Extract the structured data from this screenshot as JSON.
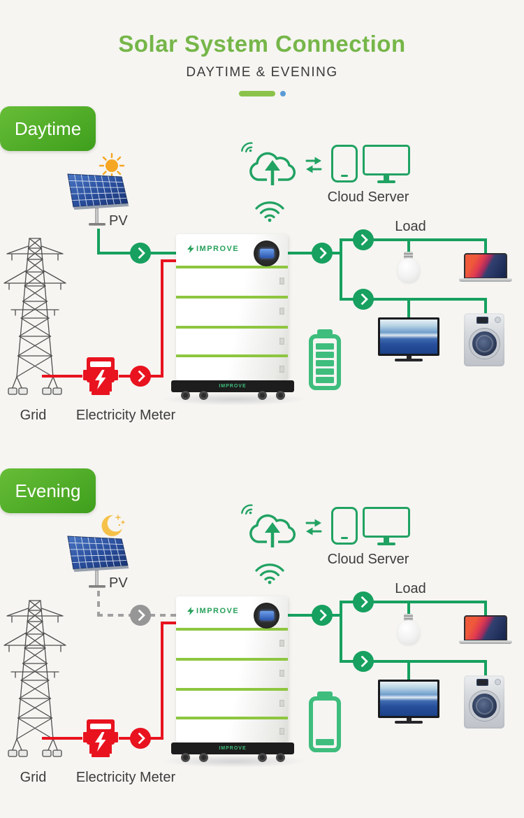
{
  "header": {
    "title": "Solar System Connection",
    "subtitle": "DAYTIME & EVENING"
  },
  "sections": [
    {
      "label": "Daytime",
      "sky": "sun",
      "pv_label": "PV",
      "cloud_server_label": "Cloud Server",
      "load_label": "Load",
      "grid_label": "Grid",
      "meter_label": "Electricity Meter",
      "battery_brand": "IMPROVE",
      "battery_status": "full",
      "pv_flow": "active"
    },
    {
      "label": "Evening",
      "sky": "moon",
      "pv_label": "PV",
      "cloud_server_label": "Cloud Server",
      "load_label": "Load",
      "grid_label": "Grid",
      "meter_label": "Electricity Meter",
      "battery_brand": "IMPROVE",
      "battery_status": "low",
      "pv_flow": "inactive"
    }
  ],
  "colors": {
    "title_green": "#76b649",
    "line_green": "#17a05f",
    "icon_green": "#21a262",
    "stripe_green": "#8dc63f",
    "battery_green": "#3ebd7d",
    "tag_gradient_top": "#67bd37",
    "tag_gradient_bottom": "#3e9f1c",
    "red": "#e8131f",
    "inactive_gray": "#9c9c9c",
    "divider_blue_dot": "#5b9bd5",
    "text_dark": "#3c3c3c",
    "background": "#f6f5f2"
  }
}
